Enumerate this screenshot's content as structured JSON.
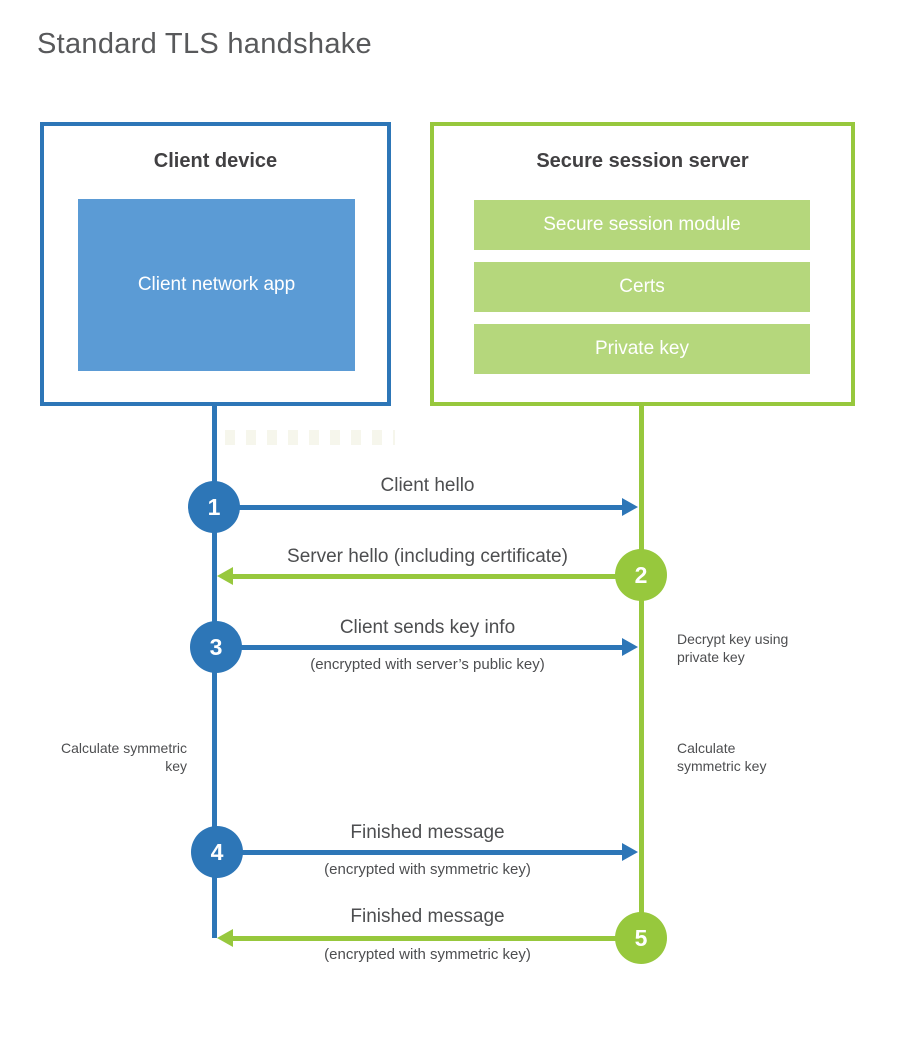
{
  "title": "Standard TLS handshake",
  "colors": {
    "blue": "#2d76b7",
    "light_blue": "#5b9bd5",
    "green": "#97c83d",
    "light_green": "#b5d77c",
    "text_dark": "#414042",
    "text_gray": "#4d4e50",
    "title_gray": "#58595b"
  },
  "client_box": {
    "title": "Client device",
    "app_label": "Client network app"
  },
  "server_box": {
    "title": "Secure session server",
    "modules": [
      "Secure session module",
      "Certs",
      "Private key"
    ]
  },
  "messages": [
    {
      "step": "1",
      "from": "client",
      "label": "Client hello",
      "sublabel": ""
    },
    {
      "step": "2",
      "from": "server",
      "label": "Server hello (including certificate)",
      "sublabel": ""
    },
    {
      "step": "3",
      "from": "client",
      "label": "Client sends key info",
      "sublabel": "(encrypted with server’s public key)"
    },
    {
      "step": "4",
      "from": "client",
      "label": "Finished message",
      "sublabel": "(encrypted with symmetric key)"
    },
    {
      "step": "5",
      "from": "server",
      "label": "Finished message",
      "sublabel": "(encrypted with symmetric key)"
    }
  ],
  "side_notes": [
    {
      "side": "right",
      "text": "Decrypt key using private key"
    },
    {
      "side": "left",
      "text": "Calculate symmetric key"
    },
    {
      "side": "right",
      "text": "Calculate symmetric key"
    }
  ]
}
